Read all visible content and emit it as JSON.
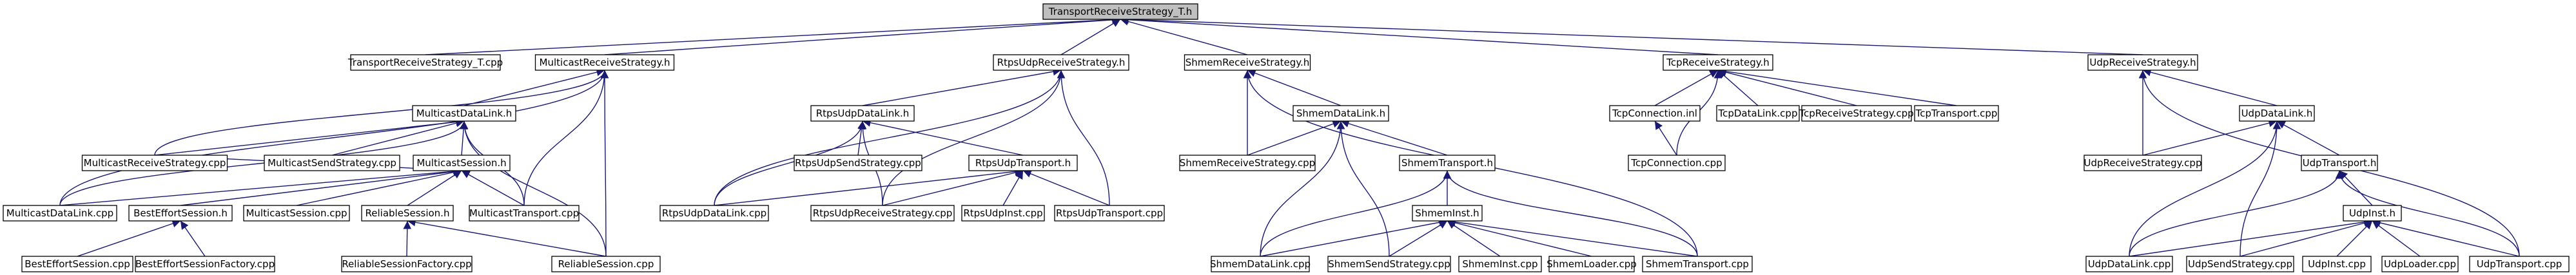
{
  "graph": {
    "nodes": [
      {
        "id": "root",
        "label": "TransportReceiveStrategy_T.h",
        "root": true
      },
      {
        "id": "trs_cpp",
        "label": "TransportReceiveStrategy_T.cpp"
      },
      {
        "id": "mrs_h",
        "label": "MulticastReceiveStrategy.h"
      },
      {
        "id": "rurs_h",
        "label": "RtpsUdpReceiveStrategy.h"
      },
      {
        "id": "srs_h",
        "label": "ShmemReceiveStrategy.h"
      },
      {
        "id": "trs_h",
        "label": "TcpReceiveStrategy.h"
      },
      {
        "id": "urs_h",
        "label": "UdpReceiveStrategy.h"
      },
      {
        "id": "mdl_h",
        "label": "MulticastDataLink.h"
      },
      {
        "id": "rudl_h",
        "label": "RtpsUdpDataLink.h"
      },
      {
        "id": "sdl_h",
        "label": "ShmemDataLink.h"
      },
      {
        "id": "tconn_inl",
        "label": "TcpConnection.inl"
      },
      {
        "id": "tdl_cpp",
        "label": "TcpDataLink.cpp"
      },
      {
        "id": "trs_cpp2",
        "label": "TcpReceiveStrategy.cpp"
      },
      {
        "id": "ttr_cpp",
        "label": "TcpTransport.cpp"
      },
      {
        "id": "udl_h",
        "label": "UdpDataLink.h"
      },
      {
        "id": "mrs_cpp",
        "label": "MulticastReceiveStrategy.cpp"
      },
      {
        "id": "mss_cpp",
        "label": "MulticastSendStrategy.cpp"
      },
      {
        "id": "ms_h",
        "label": "MulticastSession.h"
      },
      {
        "id": "russ_cpp",
        "label": "RtpsUdpSendStrategy.cpp"
      },
      {
        "id": "rut_h",
        "label": "RtpsUdpTransport.h"
      },
      {
        "id": "srs_cpp",
        "label": "ShmemReceiveStrategy.cpp"
      },
      {
        "id": "st_h",
        "label": "ShmemTransport.h"
      },
      {
        "id": "tconn_cpp",
        "label": "TcpConnection.cpp"
      },
      {
        "id": "urs_cpp",
        "label": "UdpReceiveStrategy.cpp"
      },
      {
        "id": "ut_h",
        "label": "UdpTransport.h"
      },
      {
        "id": "mdl_cpp",
        "label": "MulticastDataLink.cpp"
      },
      {
        "id": "bes_h",
        "label": "BestEffortSession.h"
      },
      {
        "id": "msess_cpp",
        "label": "MulticastSession.cpp"
      },
      {
        "id": "rs_h",
        "label": "ReliableSession.h"
      },
      {
        "id": "mt_cpp",
        "label": "MulticastTransport.cpp"
      },
      {
        "id": "rudl_cpp",
        "label": "RtpsUdpDataLink.cpp"
      },
      {
        "id": "rurs_cpp",
        "label": "RtpsUdpReceiveStrategy.cpp"
      },
      {
        "id": "rui_cpp",
        "label": "RtpsUdpInst.cpp"
      },
      {
        "id": "rut_cpp",
        "label": "RtpsUdpTransport.cpp"
      },
      {
        "id": "si_h",
        "label": "ShmemInst.h"
      },
      {
        "id": "ui_h",
        "label": "UdpInst.h"
      },
      {
        "id": "bes_cpp",
        "label": "BestEffortSession.cpp"
      },
      {
        "id": "besf_cpp",
        "label": "BestEffortSessionFactory.cpp"
      },
      {
        "id": "rsf_cpp",
        "label": "ReliableSessionFactory.cpp"
      },
      {
        "id": "rsess_cpp",
        "label": "ReliableSession.cpp"
      },
      {
        "id": "sdl_cpp",
        "label": "ShmemDataLink.cpp"
      },
      {
        "id": "sss_cpp",
        "label": "ShmemSendStrategy.cpp"
      },
      {
        "id": "si_cpp",
        "label": "ShmemInst.cpp"
      },
      {
        "id": "sl_cpp",
        "label": "ShmemLoader.cpp"
      },
      {
        "id": "st_cpp",
        "label": "ShmemTransport.cpp"
      },
      {
        "id": "udl_cpp",
        "label": "UdpDataLink.cpp"
      },
      {
        "id": "uss_cpp",
        "label": "UdpSendStrategy.cpp"
      },
      {
        "id": "ui_cpp",
        "label": "UdpInst.cpp"
      },
      {
        "id": "ul_cpp",
        "label": "UdpLoader.cpp"
      },
      {
        "id": "ut_cpp",
        "label": "UdpTransport.cpp"
      }
    ],
    "edges": [
      [
        "trs_cpp",
        "root"
      ],
      [
        "mrs_h",
        "root"
      ],
      [
        "rurs_h",
        "root"
      ],
      [
        "srs_h",
        "root"
      ],
      [
        "trs_h",
        "root"
      ],
      [
        "urs_h",
        "root"
      ],
      [
        "mdl_h",
        "mrs_h"
      ],
      [
        "mrs_cpp",
        "mrs_h"
      ],
      [
        "mdl_cpp",
        "mrs_h"
      ],
      [
        "mt_cpp",
        "mrs_h"
      ],
      [
        "rsess_cpp",
        "mrs_h"
      ],
      [
        "mrs_cpp",
        "mdl_h"
      ],
      [
        "mss_cpp",
        "mdl_h"
      ],
      [
        "ms_h",
        "mdl_h"
      ],
      [
        "mdl_cpp",
        "mdl_h"
      ],
      [
        "mt_cpp",
        "mdl_h"
      ],
      [
        "rsess_cpp",
        "mdl_h"
      ],
      [
        "bes_h",
        "ms_h"
      ],
      [
        "msess_cpp",
        "ms_h"
      ],
      [
        "rs_h",
        "ms_h"
      ],
      [
        "mt_cpp",
        "ms_h"
      ],
      [
        "mrs_cpp",
        "ms_h"
      ],
      [
        "mdl_cpp",
        "ms_h"
      ],
      [
        "bes_cpp",
        "bes_h"
      ],
      [
        "besf_cpp",
        "bes_h"
      ],
      [
        "rsf_cpp",
        "rs_h"
      ],
      [
        "rsess_cpp",
        "rs_h"
      ],
      [
        "rudl_h",
        "rurs_h"
      ],
      [
        "rudl_cpp",
        "rurs_h"
      ],
      [
        "rurs_cpp",
        "rurs_h"
      ],
      [
        "rut_cpp",
        "rurs_h"
      ],
      [
        "russ_cpp",
        "rudl_h"
      ],
      [
        "rut_h",
        "rudl_h"
      ],
      [
        "rudl_cpp",
        "rudl_h"
      ],
      [
        "rurs_cpp",
        "rudl_h"
      ],
      [
        "rudl_cpp",
        "rut_h"
      ],
      [
        "rurs_cpp",
        "rut_h"
      ],
      [
        "rui_cpp",
        "rut_h"
      ],
      [
        "rut_cpp",
        "rut_h"
      ],
      [
        "sdl_h",
        "srs_h"
      ],
      [
        "srs_cpp",
        "srs_h"
      ],
      [
        "st_cpp",
        "srs_h"
      ],
      [
        "srs_cpp",
        "sdl_h"
      ],
      [
        "st_h",
        "sdl_h"
      ],
      [
        "sdl_cpp",
        "sdl_h"
      ],
      [
        "sss_cpp",
        "sdl_h"
      ],
      [
        "si_h",
        "st_h"
      ],
      [
        "sdl_cpp",
        "st_h"
      ],
      [
        "st_cpp",
        "st_h"
      ],
      [
        "sdl_cpp",
        "si_h"
      ],
      [
        "sss_cpp",
        "si_h"
      ],
      [
        "si_cpp",
        "si_h"
      ],
      [
        "sl_cpp",
        "si_h"
      ],
      [
        "st_cpp",
        "si_h"
      ],
      [
        "tconn_inl",
        "trs_h"
      ],
      [
        "tdl_cpp",
        "trs_h"
      ],
      [
        "trs_cpp2",
        "trs_h"
      ],
      [
        "ttr_cpp",
        "trs_h"
      ],
      [
        "tconn_cpp",
        "trs_h"
      ],
      [
        "tconn_cpp",
        "tconn_inl"
      ],
      [
        "udl_h",
        "urs_h"
      ],
      [
        "urs_cpp",
        "urs_h"
      ],
      [
        "ut_cpp",
        "urs_h"
      ],
      [
        "urs_cpp",
        "udl_h"
      ],
      [
        "ut_h",
        "udl_h"
      ],
      [
        "udl_cpp",
        "udl_h"
      ],
      [
        "uss_cpp",
        "udl_h"
      ],
      [
        "ui_h",
        "ut_h"
      ],
      [
        "udl_cpp",
        "ut_h"
      ],
      [
        "ut_cpp",
        "ut_h"
      ],
      [
        "udl_cpp",
        "ui_h"
      ],
      [
        "uss_cpp",
        "ui_h"
      ],
      [
        "ui_cpp",
        "ui_h"
      ],
      [
        "ul_cpp",
        "ui_h"
      ],
      [
        "ut_cpp",
        "ui_h"
      ]
    ]
  }
}
